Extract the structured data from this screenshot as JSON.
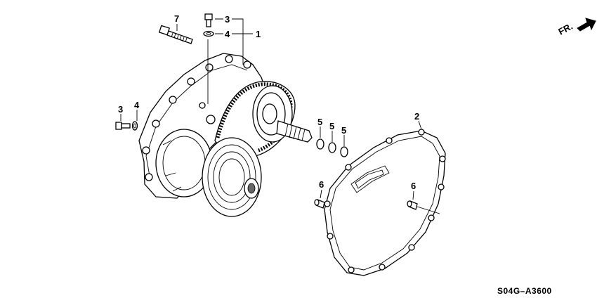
{
  "callouts": [
    {
      "number": "7"
    },
    {
      "number": "3"
    },
    {
      "number": "4"
    },
    {
      "number": "1"
    },
    {
      "number": "3"
    },
    {
      "number": "4"
    },
    {
      "number": "5"
    },
    {
      "number": "5"
    },
    {
      "number": "5"
    },
    {
      "number": "2"
    },
    {
      "number": "6"
    },
    {
      "number": "6"
    }
  ],
  "direction_marker": {
    "label": "FR.",
    "icon": "front-arrow-icon"
  },
  "diagram_code": "S04G–A3600"
}
